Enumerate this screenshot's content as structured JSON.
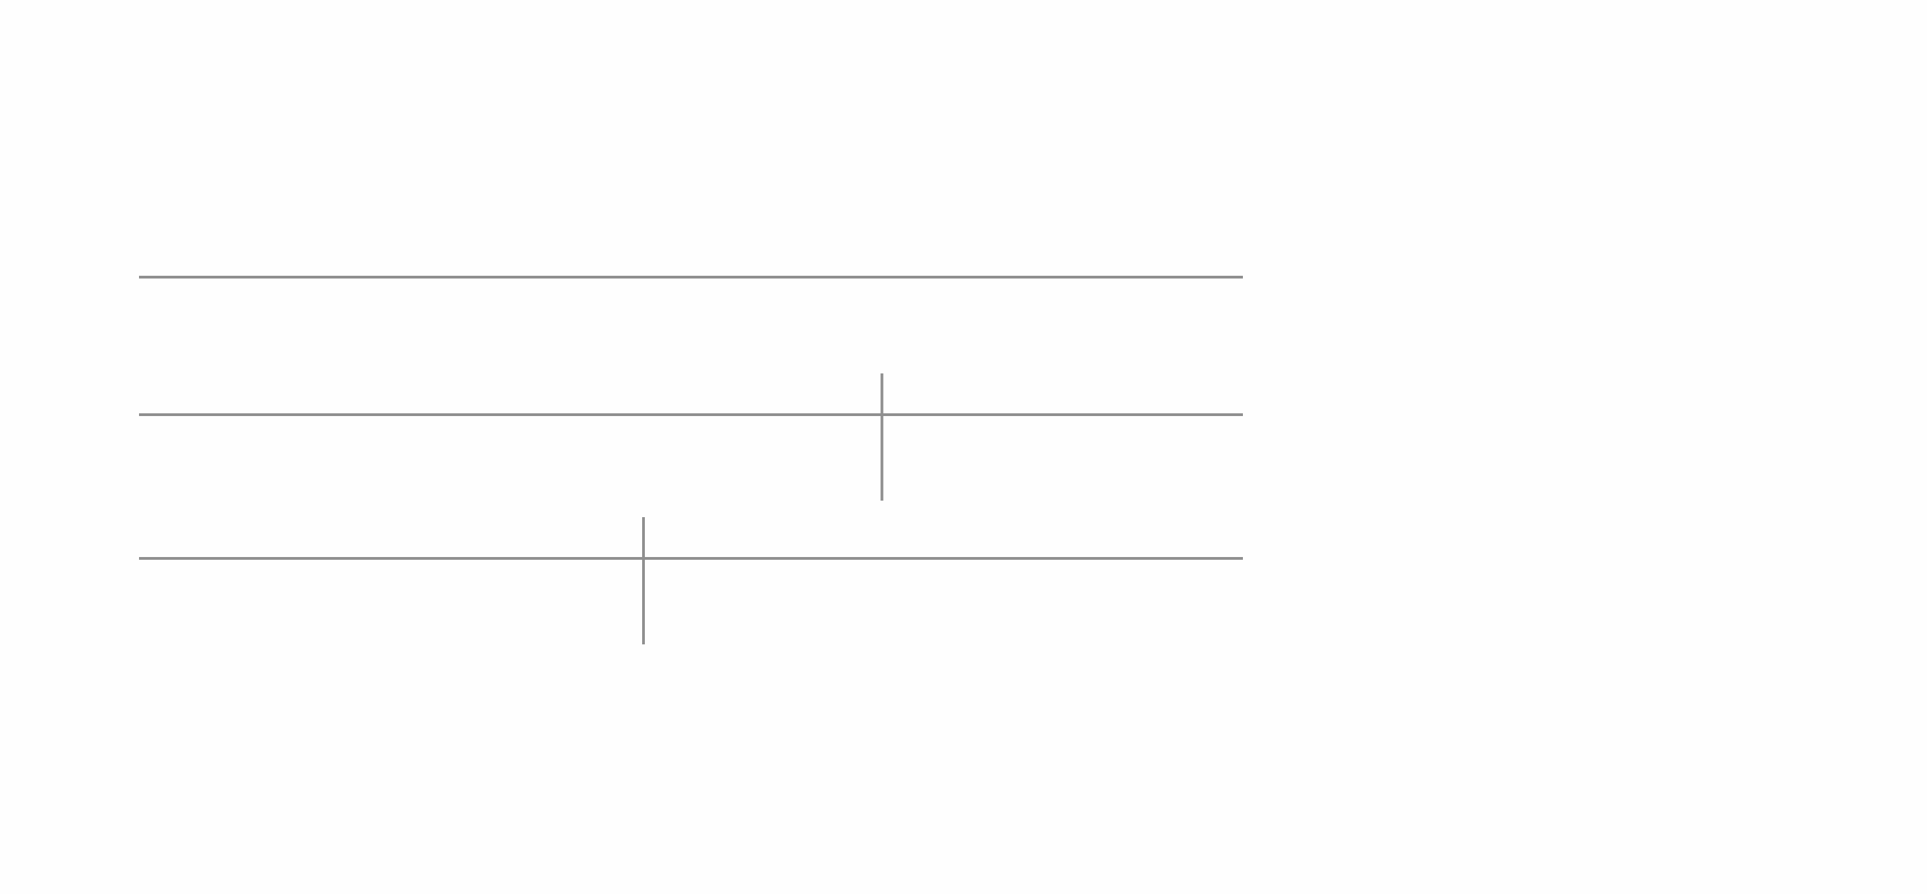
{
  "diagram": {
    "line_color": "#8f8f8f",
    "background_color": "#fefefe",
    "lines": [
      {
        "name": "top-horizontal-line",
        "marker": false,
        "marker_position": null
      },
      {
        "name": "middle-horizontal-line",
        "marker": true,
        "marker_position": 0.673
      },
      {
        "name": "bottom-horizontal-line",
        "marker": true,
        "marker_position": 0.457
      }
    ]
  }
}
